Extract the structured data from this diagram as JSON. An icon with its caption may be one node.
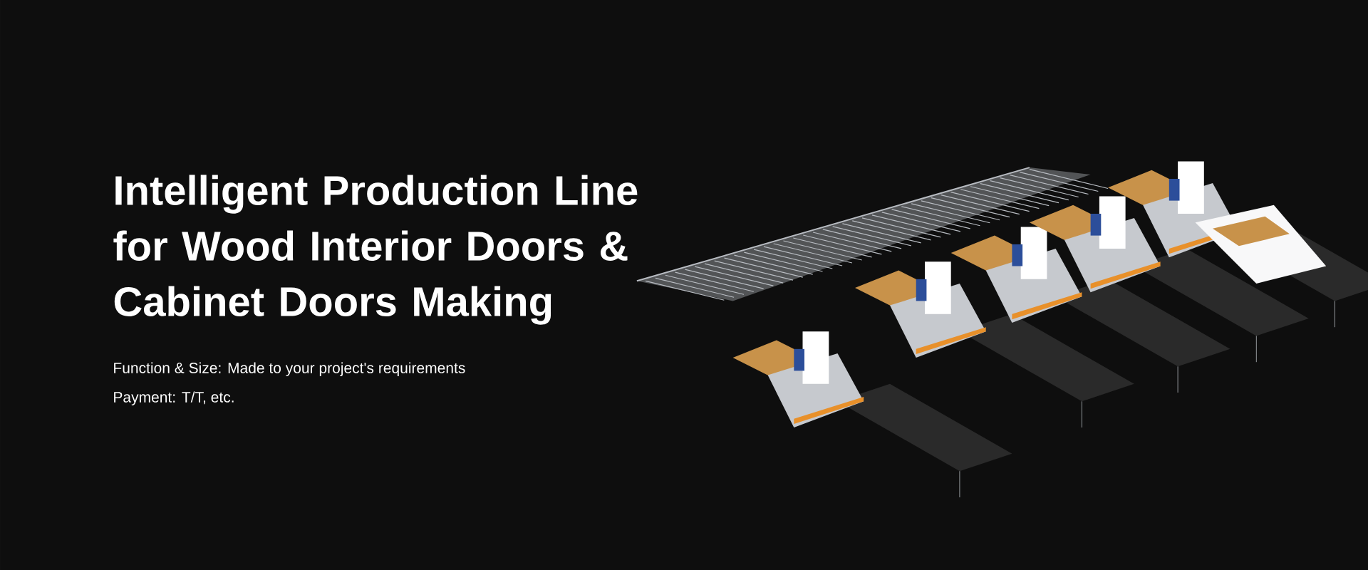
{
  "diagram": {
    "title": "Intelligent Production Line for Wood Interior Doors & Cabinet Doors Making",
    "labels": [
      "Function & Size: Made to your project's requirements",
      "Payment: T/T, etc."
    ]
  }
}
